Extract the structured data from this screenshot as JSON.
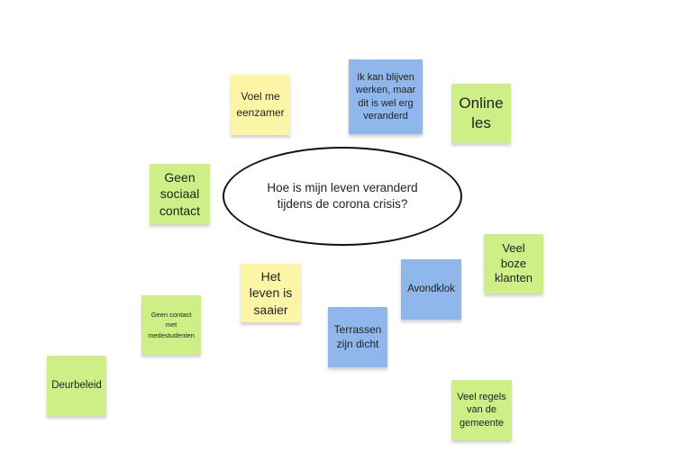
{
  "board": {
    "center_question": "Hoe is mijn leven veranderd\ntijdens de corona crisis?",
    "notes": [
      {
        "id": "voel-me-eenzamer",
        "text": "Voel me\neenzamer",
        "color": "yellow"
      },
      {
        "id": "ik-kan-blijven-werken",
        "text": "Ik kan blijven\nwerken, maar\ndit is wel erg\nveranderd",
        "color": "blue"
      },
      {
        "id": "online-les",
        "text": "Online\nles",
        "color": "green"
      },
      {
        "id": "geen-sociaal-contact",
        "text": "Geen\nsociaal\ncontact",
        "color": "green"
      },
      {
        "id": "veel-boze-klanten",
        "text": "Veel\nboze\nklanten",
        "color": "green"
      },
      {
        "id": "het-leven-is-saaier",
        "text": "Het\nleven is\nsaaier",
        "color": "yellow"
      },
      {
        "id": "avondklok",
        "text": "Avondklok",
        "color": "blue"
      },
      {
        "id": "geen-contact-met-medestudenten",
        "text": "Geen contact\nmet\nmedestudenten",
        "color": "green"
      },
      {
        "id": "terrassen-zijn-dicht",
        "text": "Terrassen\nzijn dicht",
        "color": "blue"
      },
      {
        "id": "deurbeleid",
        "text": "Deurbeleid",
        "color": "green"
      },
      {
        "id": "veel-regels-van-de-gemeente",
        "text": "Veel regels\nvan de\ngemeente",
        "color": "green"
      }
    ]
  },
  "colors": {
    "yellow": "#fdf5a6",
    "green": "#cdef86",
    "blue": "#8fb7ec"
  }
}
